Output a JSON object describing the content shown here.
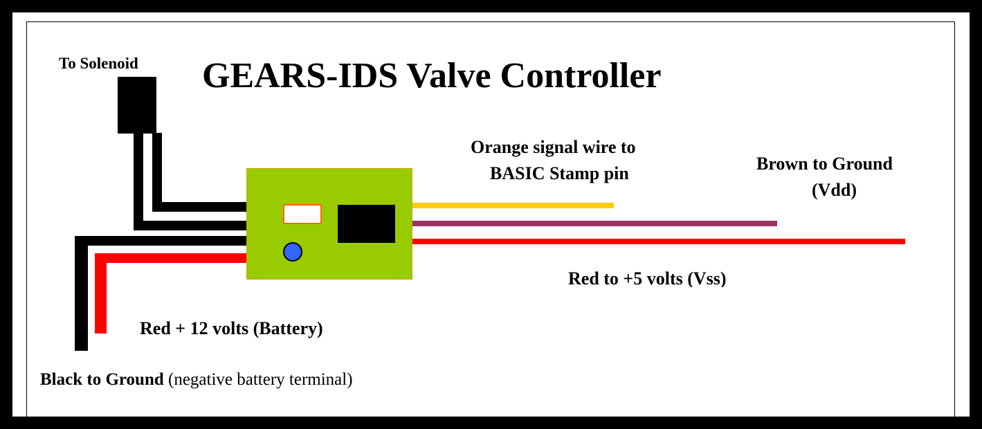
{
  "title": "GEARS-IDS Valve Controller",
  "labels": {
    "solenoid": "To Solenoid",
    "orange_signal_line1": "Orange signal wire to",
    "orange_signal_line2": "BASIC Stamp pin",
    "brown_ground_line1": "Brown to Ground",
    "brown_ground_line2": "(Vdd)",
    "red_5v": "Red to +5 volts (Vss)",
    "red_12v": "Red + 12 volts (Battery)",
    "black_ground_bold": "Black to Ground",
    "black_ground_rest": " (negative battery terminal)"
  },
  "colors": {
    "board": "#99cc00",
    "board_border": "#d4a000",
    "orange_wire": "#ffcc00",
    "brown_wire": "#993366",
    "red_wire": "#ff0000",
    "black_wire": "#000000",
    "led": "#3366ff"
  }
}
